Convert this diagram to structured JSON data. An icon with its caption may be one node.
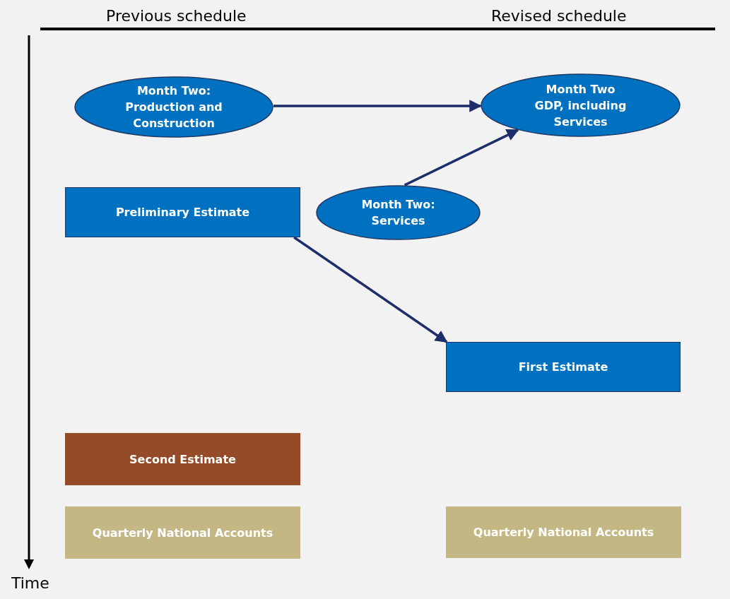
{
  "diagram": {
    "nodes": [
      {
        "text": [
          "Month Two: Production and Construction"
        ]
      },
      {
        "text": [
          "Month Two GDP, including Services"
        ]
      },
      {
        "text": [
          "Preliminary Estimate"
        ]
      },
      {
        "text": [
          "Month Two: Services"
        ]
      },
      {
        "text": [
          "First Estimate"
        ]
      },
      {
        "text": [
          "Second Estimate"
        ]
      },
      {
        "text": [
          "Quarterly National Accounts"
        ]
      },
      {
        "text": [
          "Quarterly National Accounts"
        ]
      }
    ],
    "edges": [
      {
        "from": 0,
        "to": 1,
        "arrow": "to"
      },
      {
        "from": 3,
        "to": 1,
        "arrow": "to"
      },
      {
        "from": 2,
        "to": 4,
        "arrow": "to"
      }
    ],
    "labels": [
      "Previous schedule",
      "Revised schedule",
      "Time"
    ]
  }
}
